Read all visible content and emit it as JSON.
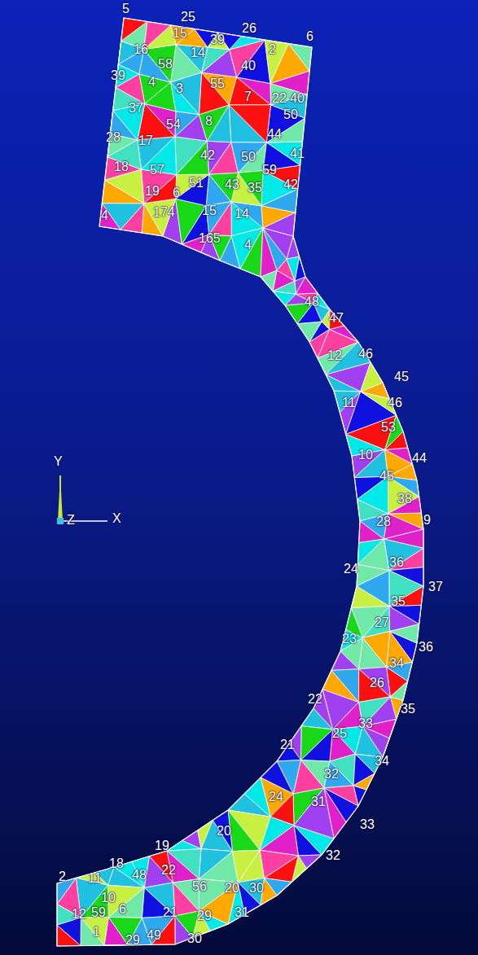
{
  "diagram": {
    "labels": [
      "5",
      "25",
      "26",
      "6",
      "15",
      "16",
      "14",
      "39",
      "2",
      "58",
      "40",
      "39",
      "4",
      "3",
      "55",
      "7",
      "22",
      "40",
      "50",
      "37",
      "54",
      "8",
      "44",
      "28",
      "17",
      "42",
      "50",
      "41",
      "59",
      "18",
      "57",
      "51",
      "43",
      "35",
      "42",
      "19",
      "6",
      "4",
      "174",
      "15",
      "14",
      "165",
      "4",
      "48",
      "47",
      "12",
      "46",
      "45",
      "11",
      "46",
      "53",
      "10",
      "44",
      "45",
      "38",
      "9",
      "28",
      "24",
      "36",
      "37",
      "35",
      "27",
      "23",
      "36",
      "34",
      "26",
      "22",
      "35",
      "33",
      "25",
      "21",
      "34",
      "32",
      "24",
      "31",
      "33",
      "20",
      "19",
      "32",
      "18",
      "2",
      "11",
      "48",
      "22",
      "30",
      "20",
      "56",
      "10",
      "12",
      "59",
      "6",
      "21",
      "29",
      "31",
      "1",
      "49",
      "30",
      "29",
      "Y",
      "X",
      "Z"
    ]
  }
}
